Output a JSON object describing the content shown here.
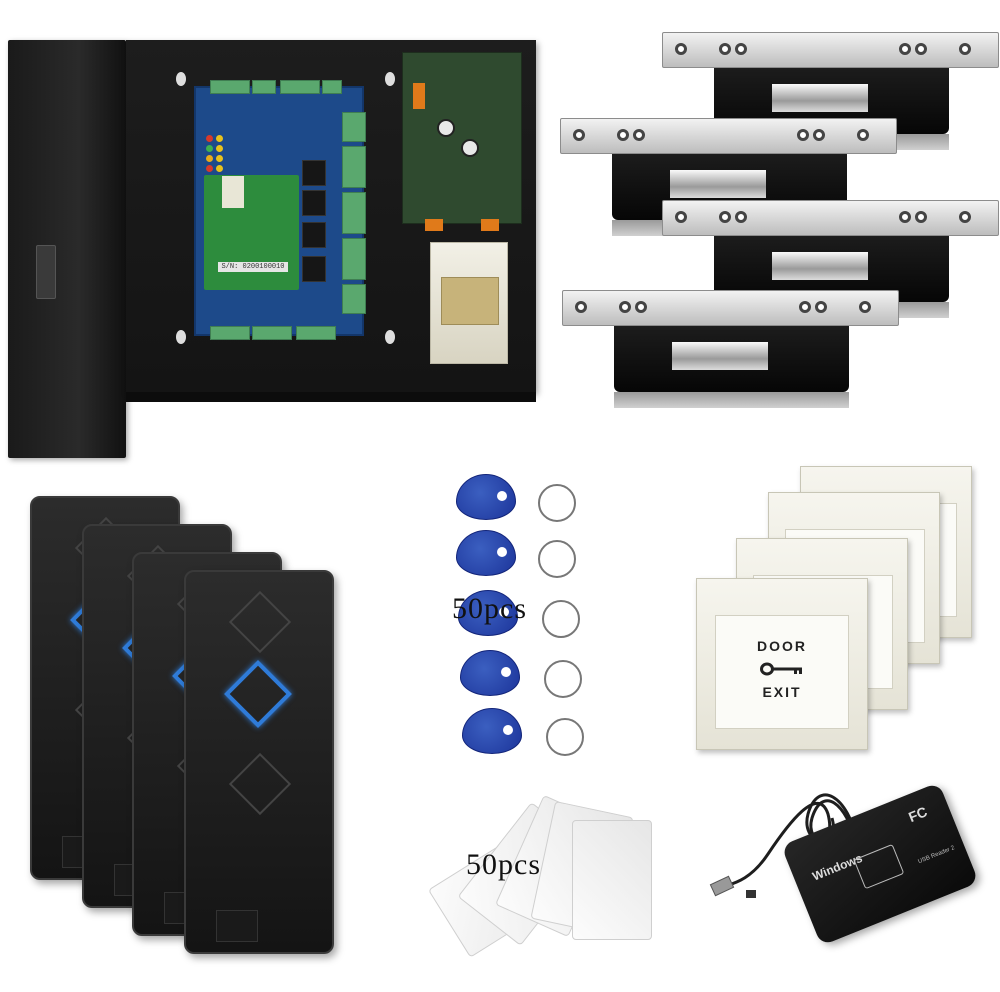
{
  "image": {
    "description": "Access control kit product photo",
    "background": "#ffffff"
  },
  "control_panel": {
    "board_label": "S/N: 0200100010",
    "components": [
      "metal-enclosure",
      "controller-board",
      "power-supply",
      "transformer"
    ],
    "led_colors": [
      "#d63a2a",
      "#e8c21c",
      "#3fb04d",
      "#e8a91c"
    ]
  },
  "electric_strikes": {
    "count": 4,
    "finish_color": "#d4d4d4",
    "body_color": "#111111"
  },
  "card_readers": {
    "count": 4,
    "body_color": "#1e1e1e",
    "indicator_color": "#2f7bd8"
  },
  "key_fobs": {
    "count_visible": 5,
    "label": "50pcs",
    "color": "#2746ad"
  },
  "exit_buttons": {
    "count": 4,
    "text_top": "DOOR",
    "text_bottom": "EXIT",
    "icon": "key-icon"
  },
  "id_cards": {
    "count_visible": 5,
    "label": "50pcs"
  },
  "usb_reader": {
    "brand_text": "Windows",
    "compliance_mark": "FC",
    "model_text": "USB Reader 2"
  }
}
